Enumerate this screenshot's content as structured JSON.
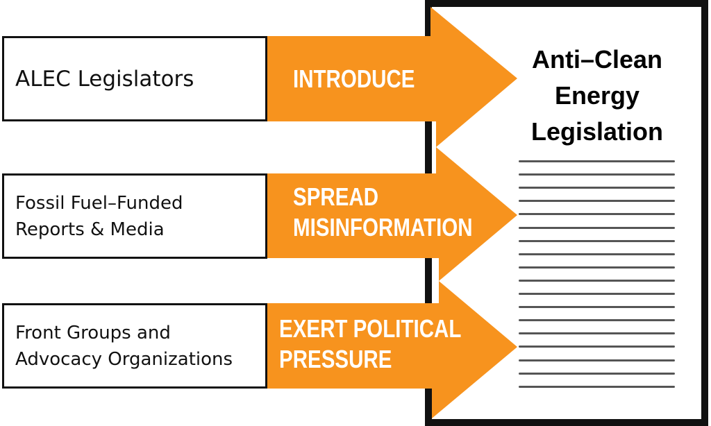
{
  "colors": {
    "arrow": "#F7931E",
    "border": "#111111",
    "lines": "#555555"
  },
  "sources": [
    {
      "lines": [
        "ALEC Legislators"
      ]
    },
    {
      "lines": [
        "Fossil Fuel–Funded",
        "Reports & Media"
      ]
    },
    {
      "lines": [
        "Front Groups and",
        "Advocacy Organizations"
      ]
    }
  ],
  "actions": [
    {
      "lines": [
        "INTRODUCE"
      ]
    },
    {
      "lines": [
        "SPREAD",
        "MISINFORMATION"
      ]
    },
    {
      "lines": [
        "EXERT POLITICAL",
        "PRESSURE"
      ]
    }
  ],
  "document": {
    "title_lines": [
      "Anti–Clean",
      "Energy",
      "Legislation"
    ],
    "text_line_count": 18
  }
}
